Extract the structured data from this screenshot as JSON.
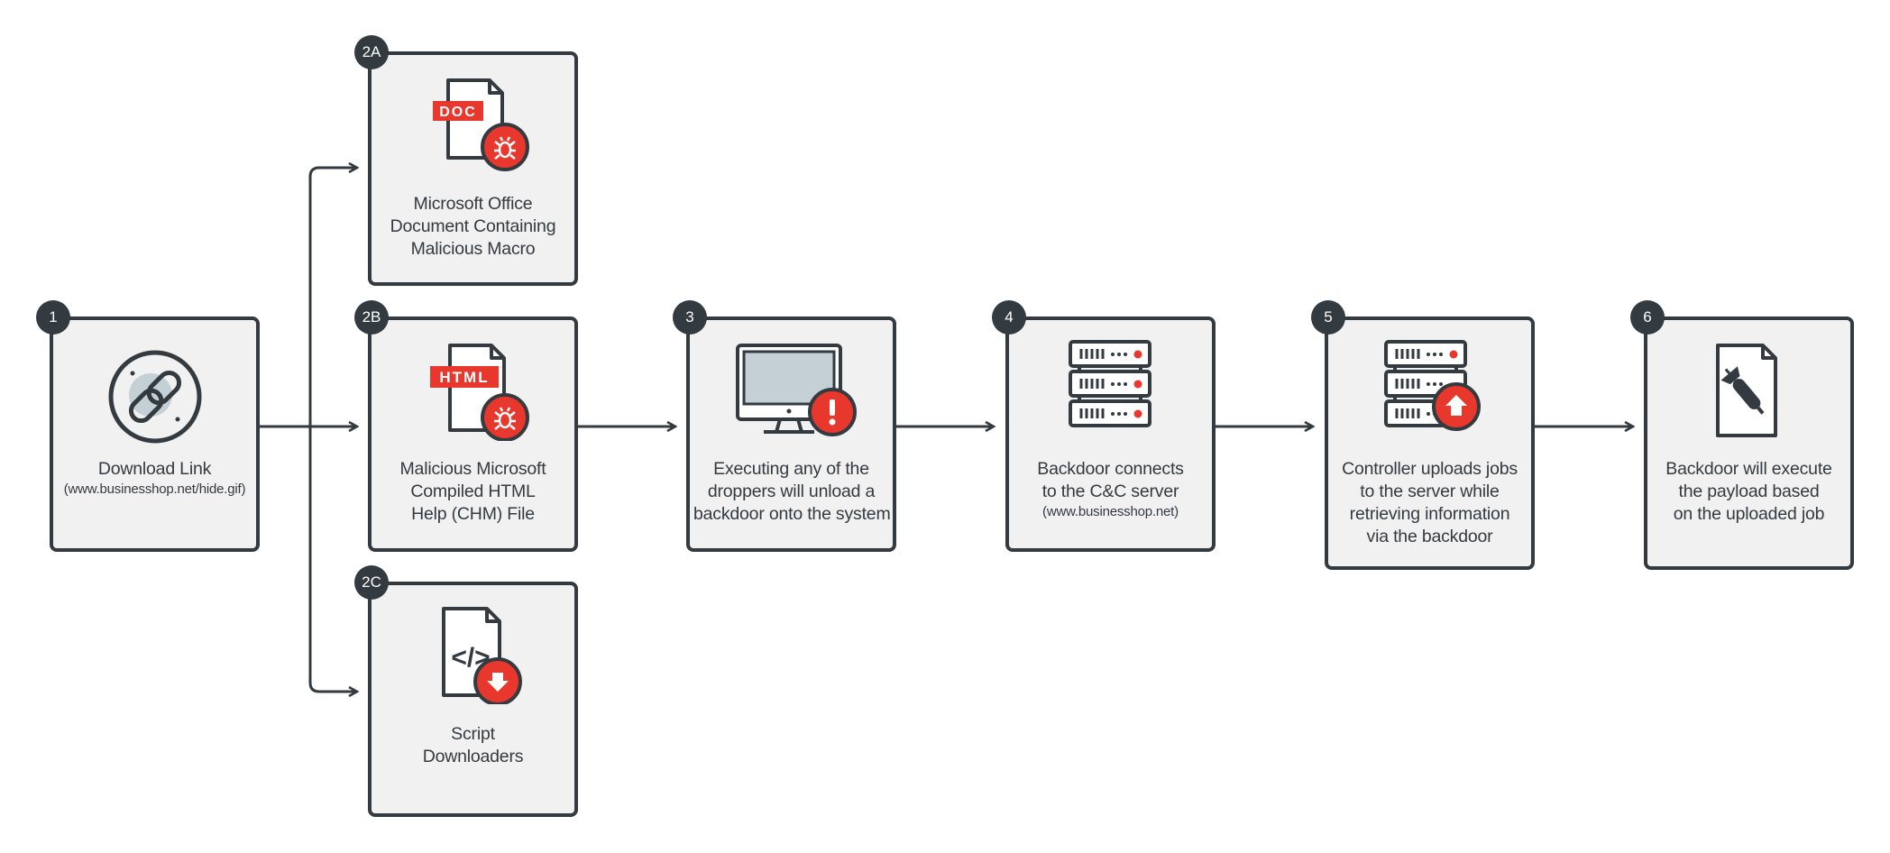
{
  "steps": {
    "s1": {
      "badge": "1",
      "lines": [
        "Download Link"
      ],
      "sub": "(www.businesshop.net/hide.gif)"
    },
    "s2a": {
      "badge": "2A",
      "lines": [
        "Microsoft Office",
        "Document Containing",
        "Malicious Macro"
      ],
      "tag": "DOC"
    },
    "s2b": {
      "badge": "2B",
      "lines": [
        "Malicious Microsoft",
        "Compiled HTML",
        "Help (CHM) File"
      ],
      "tag": "HTML"
    },
    "s2c": {
      "badge": "2C",
      "lines": [
        "Script",
        "Downloaders"
      ],
      "code": "</>"
    },
    "s3": {
      "badge": "3",
      "lines": [
        "Executing any of the",
        "droppers will unload a",
        "backdoor onto the system"
      ]
    },
    "s4": {
      "badge": "4",
      "lines": [
        "Backdoor connects",
        "to the C&C server"
      ],
      "sub": "(www.businesshop.net)"
    },
    "s5": {
      "badge": "5",
      "lines": [
        "Controller uploads jobs",
        "to the server while",
        "retrieving information",
        "via the backdoor"
      ]
    },
    "s6": {
      "badge": "6",
      "lines": [
        "Backdoor will execute",
        "the payload based",
        "on the uploaded job"
      ]
    }
  },
  "icons": {
    "s1": "link-icon",
    "s2a": "doc-file-bug-icon",
    "s2b": "html-file-bug-icon",
    "s2c": "script-download-icon",
    "s3": "monitor-alert-icon",
    "s4": "server-icon",
    "s5": "server-upload-icon",
    "s6": "payload-file-icon"
  },
  "colors": {
    "dark": "#333a40",
    "accent": "#e8372c",
    "box": "#f1f1f1",
    "screen": "#c5d0d6"
  }
}
